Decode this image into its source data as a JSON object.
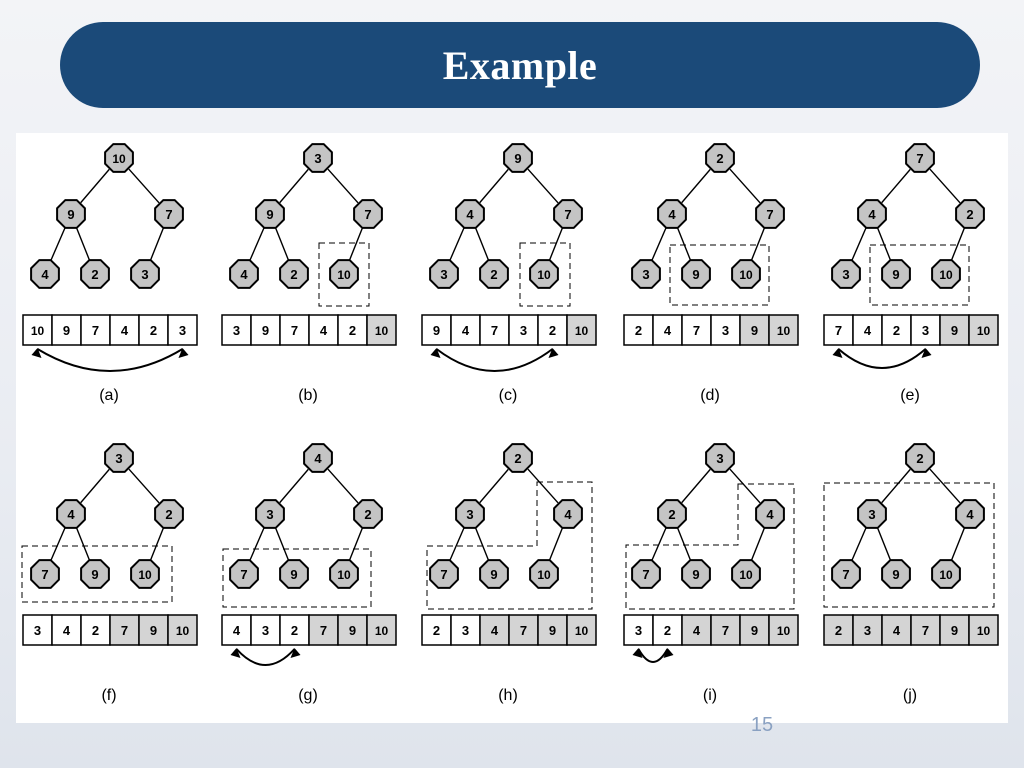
{
  "slide": {
    "title": "Example",
    "slide_number": "15"
  },
  "colors": {
    "title_bar": "#1b4a79",
    "node_fill": "#c4c4c4",
    "sorted_cell": "#d4d4d4"
  },
  "panels": [
    {
      "label": "(a)",
      "tree": [
        10,
        9,
        7,
        4,
        2,
        3
      ],
      "array": [
        10,
        9,
        7,
        4,
        2,
        3
      ],
      "sorted_count": 0,
      "swap": [
        0,
        5
      ]
    },
    {
      "label": "(b)",
      "tree": [
        3,
        9,
        7,
        4,
        2,
        10
      ],
      "array": [
        3,
        9,
        7,
        4,
        2,
        10
      ],
      "sorted_count": 1,
      "swap": null
    },
    {
      "label": "(c)",
      "tree": [
        9,
        4,
        7,
        3,
        2,
        10
      ],
      "array": [
        9,
        4,
        7,
        3,
        2,
        10
      ],
      "sorted_count": 1,
      "swap": [
        0,
        4
      ]
    },
    {
      "label": "(d)",
      "tree": [
        2,
        4,
        7,
        3,
        9,
        10
      ],
      "array": [
        2,
        4,
        7,
        3,
        9,
        10
      ],
      "sorted_count": 2,
      "swap": null
    },
    {
      "label": "(e)",
      "tree": [
        7,
        4,
        2,
        3,
        9,
        10
      ],
      "array": [
        7,
        4,
        2,
        3,
        9,
        10
      ],
      "sorted_count": 2,
      "swap": [
        0,
        3
      ]
    },
    {
      "label": "(f)",
      "tree": [
        3,
        4,
        2,
        7,
        9,
        10
      ],
      "array": [
        3,
        4,
        2,
        7,
        9,
        10
      ],
      "sorted_count": 3,
      "swap": null
    },
    {
      "label": "(g)",
      "tree": [
        4,
        3,
        2,
        7,
        9,
        10
      ],
      "array": [
        4,
        3,
        2,
        7,
        9,
        10
      ],
      "sorted_count": 3,
      "swap": [
        0,
        2
      ]
    },
    {
      "label": "(h)",
      "tree": [
        2,
        3,
        4,
        7,
        9,
        10
      ],
      "array": [
        2,
        3,
        4,
        7,
        9,
        10
      ],
      "sorted_count": 4,
      "swap": null
    },
    {
      "label": "(i)",
      "tree": [
        3,
        2,
        4,
        7,
        9,
        10
      ],
      "array": [
        3,
        2,
        4,
        7,
        9,
        10
      ],
      "sorted_count": 4,
      "swap": [
        0,
        1
      ]
    },
    {
      "label": "(j)",
      "tree": [
        2,
        3,
        4,
        7,
        9,
        10
      ],
      "array": [
        2,
        3,
        4,
        7,
        9,
        10
      ],
      "sorted_count": 6,
      "swap": null
    }
  ]
}
